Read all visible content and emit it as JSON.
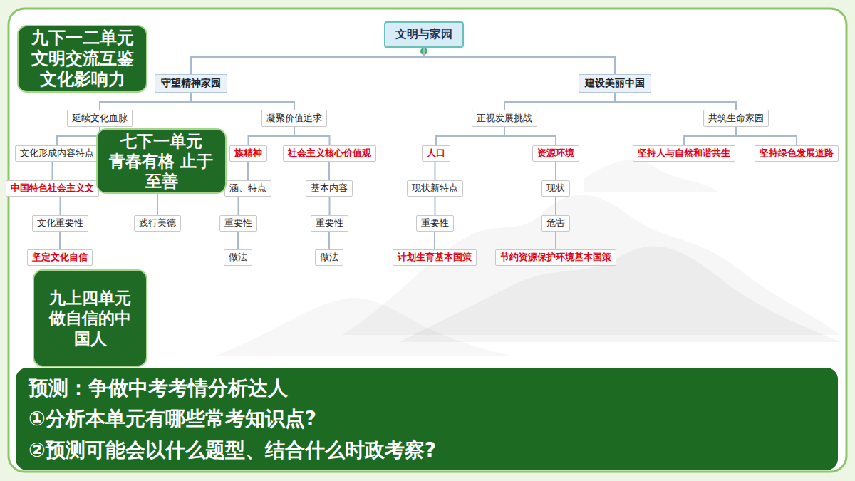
{
  "diagram": {
    "nodes": [
      {
        "text": [
          "文明与家园"
        ]
      },
      {
        "text": [
          "守望精神家园"
        ]
      },
      {
        "text": [
          "建设美丽中国"
        ]
      },
      {
        "text": [
          "延续文化血脉"
        ]
      },
      {
        "text": [
          "凝聚价值追求"
        ]
      },
      {
        "text": [
          "正视发展挑战"
        ]
      },
      {
        "text": [
          "共筑生命家园"
        ]
      },
      {
        "text": [
          "文化形成内容特点"
        ]
      },
      {
        "text": [
          "中国特色社会主义文"
        ]
      },
      {
        "text": [
          "文化重要性"
        ]
      },
      {
        "text": [
          "坚定文化自信"
        ]
      },
      {
        "text": [
          "践行美德"
        ]
      },
      {
        "text": [
          "族精神"
        ]
      },
      {
        "text": [
          "涵、特点"
        ]
      },
      {
        "text": [
          "重要性"
        ]
      },
      {
        "text": [
          "做法"
        ]
      },
      {
        "text": [
          "社会主义核心价值观"
        ]
      },
      {
        "text": [
          "基本内容"
        ]
      },
      {
        "text": [
          "重要性"
        ]
      },
      {
        "text": [
          "做法"
        ]
      },
      {
        "text": [
          "人口"
        ]
      },
      {
        "text": [
          "现状新特点"
        ]
      },
      {
        "text": [
          "重要性"
        ]
      },
      {
        "text": [
          "计划生育基本国策"
        ]
      },
      {
        "text": [
          "资源环境"
        ]
      },
      {
        "text": [
          "现状"
        ]
      },
      {
        "text": [
          "危害"
        ]
      },
      {
        "text": [
          "节约资源保护环境基本国策"
        ]
      },
      {
        "text": [
          "坚持人与自然和谐共生"
        ]
      },
      {
        "text": [
          "坚持绿色发展道路"
        ]
      },
      {
        "text": [
          "九下一二单元",
          "文明交流互鉴 文化影响力"
        ]
      },
      {
        "text": [
          "七下一单元",
          "青春有格 止于至善"
        ]
      },
      {
        "text": [
          "九上四单元",
          "做自信的中国人"
        ]
      },
      {
        "text": [
          "预测：争做中考考情分析达人",
          "①分析本单元有哪些常考知识点?",
          "②预测可能会以什么题型、结合什么时政考察?"
        ]
      }
    ],
    "edges": [
      {
        "from": 0,
        "to": 1,
        "arrow": "none"
      },
      {
        "from": 0,
        "to": 2,
        "arrow": "none"
      },
      {
        "from": 1,
        "to": 3,
        "arrow": "none"
      },
      {
        "from": 1,
        "to": 4,
        "arrow": "none"
      },
      {
        "from": 2,
        "to": 5,
        "arrow": "none"
      },
      {
        "from": 2,
        "to": 6,
        "arrow": "none"
      },
      {
        "from": 3,
        "to": 7,
        "arrow": "none"
      },
      {
        "from": 3,
        "to": 11,
        "arrow": "none"
      },
      {
        "from": 7,
        "to": 8,
        "arrow": "none"
      },
      {
        "from": 8,
        "to": 9,
        "arrow": "none"
      },
      {
        "from": 9,
        "to": 10,
        "arrow": "none"
      },
      {
        "from": 4,
        "to": 12,
        "arrow": "none"
      },
      {
        "from": 4,
        "to": 16,
        "arrow": "none"
      },
      {
        "from": 12,
        "to": 13,
        "arrow": "none"
      },
      {
        "from": 13,
        "to": 14,
        "arrow": "none"
      },
      {
        "from": 14,
        "to": 15,
        "arrow": "none"
      },
      {
        "from": 16,
        "to": 17,
        "arrow": "none"
      },
      {
        "from": 17,
        "to": 18,
        "arrow": "none"
      },
      {
        "from": 18,
        "to": 19,
        "arrow": "none"
      },
      {
        "from": 5,
        "to": 20,
        "arrow": "none"
      },
      {
        "from": 5,
        "to": 24,
        "arrow": "none"
      },
      {
        "from": 20,
        "to": 21,
        "arrow": "none"
      },
      {
        "from": 21,
        "to": 22,
        "arrow": "none"
      },
      {
        "from": 22,
        "to": 23,
        "arrow": "none"
      },
      {
        "from": 24,
        "to": 25,
        "arrow": "none"
      },
      {
        "from": 25,
        "to": 26,
        "arrow": "none"
      },
      {
        "from": 26,
        "to": 27,
        "arrow": "none"
      },
      {
        "from": 6,
        "to": 28,
        "arrow": "none"
      },
      {
        "from": 6,
        "to": 29,
        "arrow": "none"
      }
    ]
  }
}
